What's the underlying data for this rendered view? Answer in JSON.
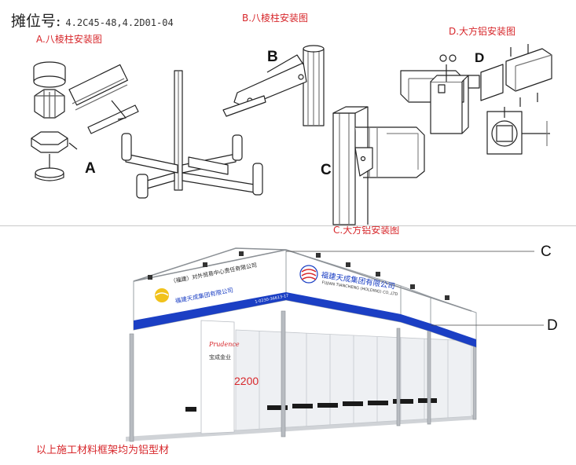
{
  "header": {
    "label": "摊位号:",
    "booth_code": "4.2C45-48,4.2D01-04"
  },
  "captions": {
    "a": "A.八棱柱安装图",
    "b": "B.八棱柱安装图",
    "c": "C.大方铝安装图",
    "d": "D.大方铝安装图"
  },
  "letters": {
    "a": "A",
    "b": "B",
    "c": "C",
    "d": "D"
  },
  "callouts": {
    "c": "C",
    "d": "D"
  },
  "dimension": "2200",
  "footer": "以上施工材料框架均为铝型材",
  "booth_signs": {
    "front_left_line1": "（福建）对外贸易中心责任有限公司",
    "front_left_line2": "福建天成集团有限公司",
    "front_right_line1": "福建天成集团有限公司",
    "front_right_sub": "FUJIAN TIANCHENG (HOLDING) CO.,LTD",
    "tel": "1-0230-36613-17",
    "side_logo": "Prudence",
    "side_name": "宝成金业"
  },
  "colors": {
    "caption_red": "#d7272b",
    "fascia_blue": "#1b3fc4",
    "frame_gray": "#9aa0a6"
  }
}
